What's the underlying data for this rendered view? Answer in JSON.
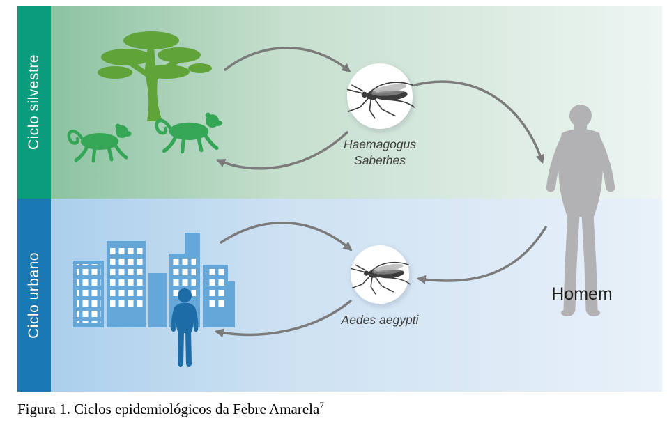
{
  "figure": {
    "caption": "Figura 1. Ciclos epidemiológicos da Febre Amarela",
    "caption_ref": "7"
  },
  "sylvatic_cycle": {
    "label": "Ciclo silvestre",
    "vector_line1": "Haemagogus",
    "vector_line2": "Sabethes"
  },
  "urban_cycle": {
    "label": "Ciclo urbano",
    "vector": "Aedes aegypti"
  },
  "host": {
    "label": "Homem"
  },
  "icons": {
    "sylvatic": [
      "tree-icon",
      "monkey-icon-left",
      "monkey-icon-right",
      "mosquito-icon-haemagogus"
    ],
    "urban": [
      "city-skyline-icon",
      "urban-person-icon",
      "mosquito-icon-aedes"
    ],
    "host": [
      "human-silhouette-icon"
    ]
  },
  "colors": {
    "sylvatic_bar": "#0b9b7d",
    "urban_bar": "#1a79b5",
    "sylvatic_bg": "#8cc3a1",
    "sylvatic_bg_end": "#eef5f3",
    "urban_bg": "#abcfec",
    "urban_bg_end": "#e9f1f9",
    "tree_green": "#60a339",
    "monkey_green": "#35a556",
    "city_blue": "#64a7d8",
    "urban_person_blue": "#1d6ca6",
    "human_gray": "#b2b2b5",
    "arrow_gray": "#7b7b7b"
  }
}
